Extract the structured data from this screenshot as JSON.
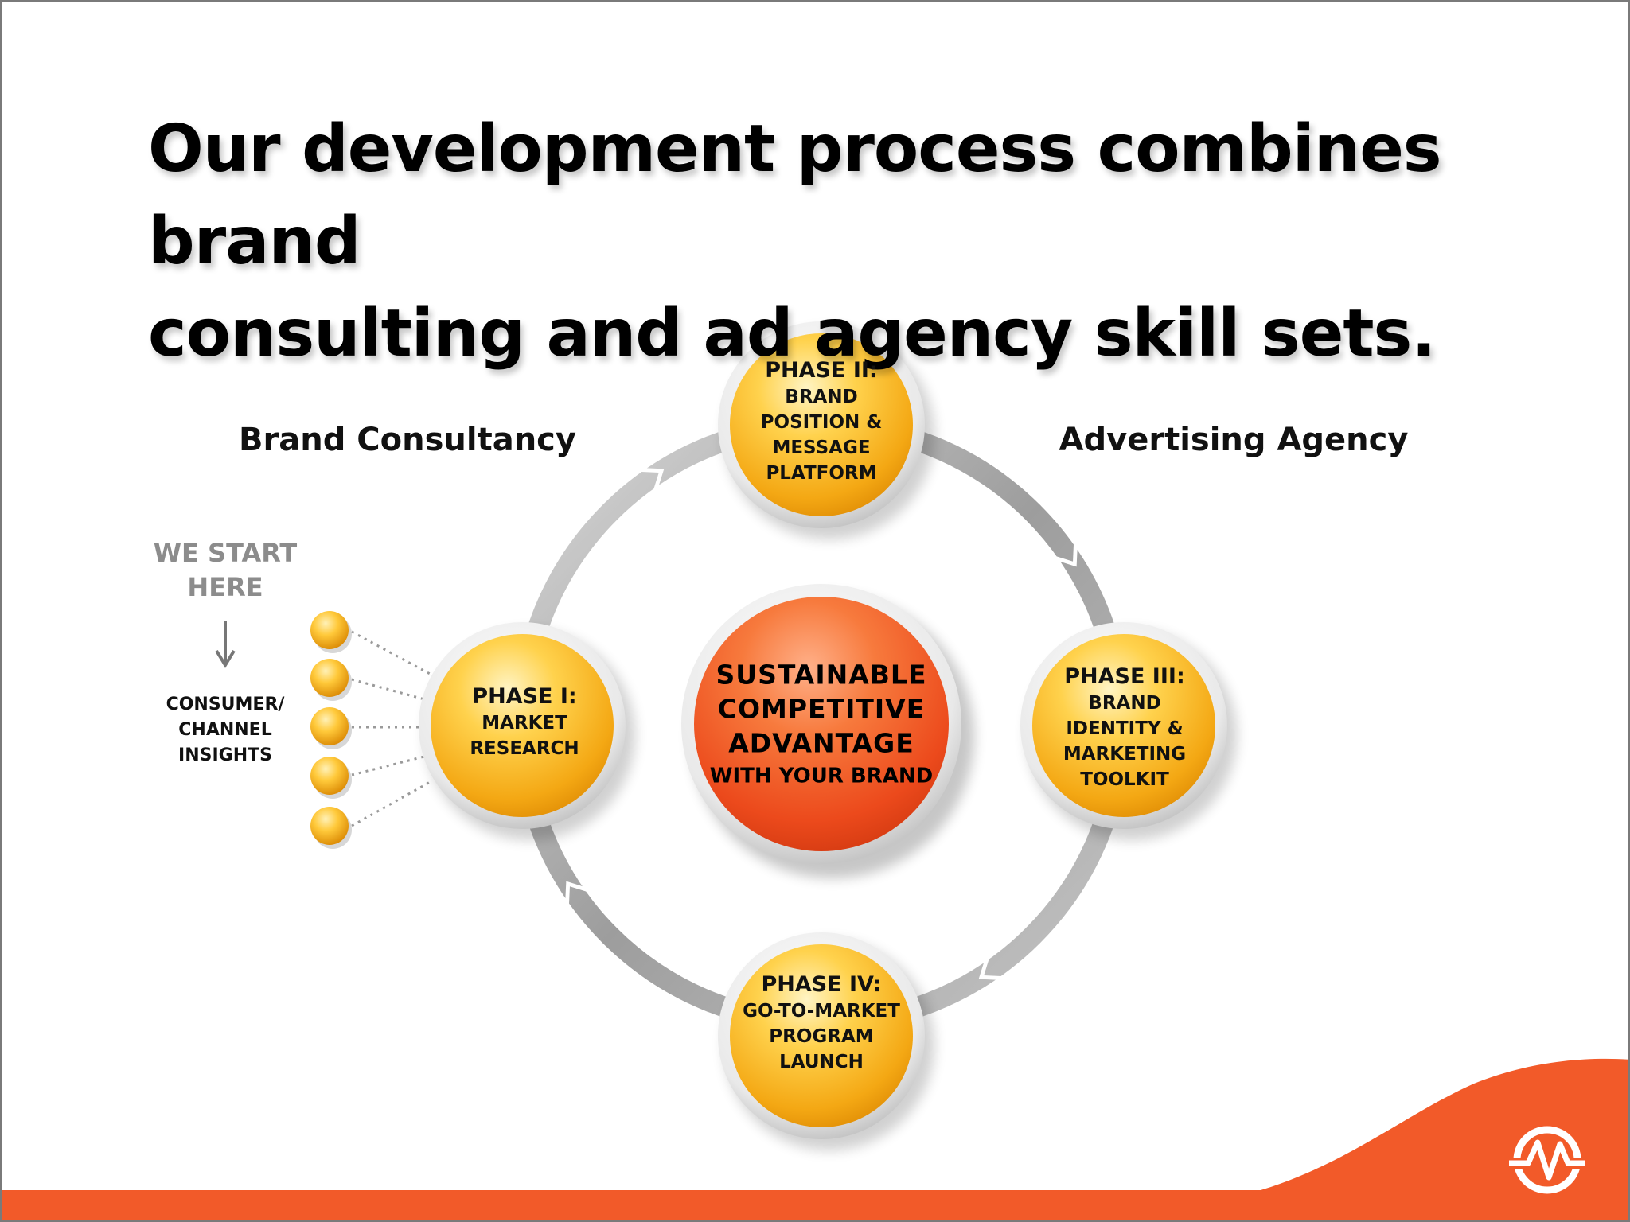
{
  "title": {
    "line1": "Our development process combines brand",
    "line2": "consulting and ad agency skill sets."
  },
  "labels": {
    "brand_consultancy": "Brand Consultancy",
    "advertising_agency": "Advertising Agency",
    "start_line1": "WE START",
    "start_line2": "HERE",
    "insights_line1": "CONSUMER/",
    "insights_line2": "CHANNEL",
    "insights_line3": "INSIGHTS"
  },
  "center": {
    "line1": "SUSTAINABLE",
    "line2": "COMPETITIVE",
    "line3": "ADVANTAGE",
    "line4": "WITH YOUR BRAND"
  },
  "phases": [
    {
      "title": "PHASE I:",
      "lines": [
        "MARKET",
        "RESEARCH"
      ]
    },
    {
      "title": "PHASE II:",
      "lines": [
        "BRAND",
        "POSITION &",
        "MESSAGE",
        "PLATFORM"
      ]
    },
    {
      "title": "PHASE III:",
      "lines": [
        "BRAND",
        "IDENTITY &",
        "MARKETING",
        "TOOLKIT"
      ]
    },
    {
      "title": "PHASE IV:",
      "lines": [
        "GO-TO-MARKET",
        "PROGRAM",
        "LAUNCH"
      ]
    }
  ],
  "colors": {
    "phase_orb": "#f5b21e",
    "center_orb": "#f0552a",
    "ring": "#a8a8a8",
    "footer": "#f25a29",
    "start_text": "#8c8c8c"
  },
  "icons": {
    "logo": "brand-logo-icon",
    "arrow": "down-arrow-icon"
  }
}
